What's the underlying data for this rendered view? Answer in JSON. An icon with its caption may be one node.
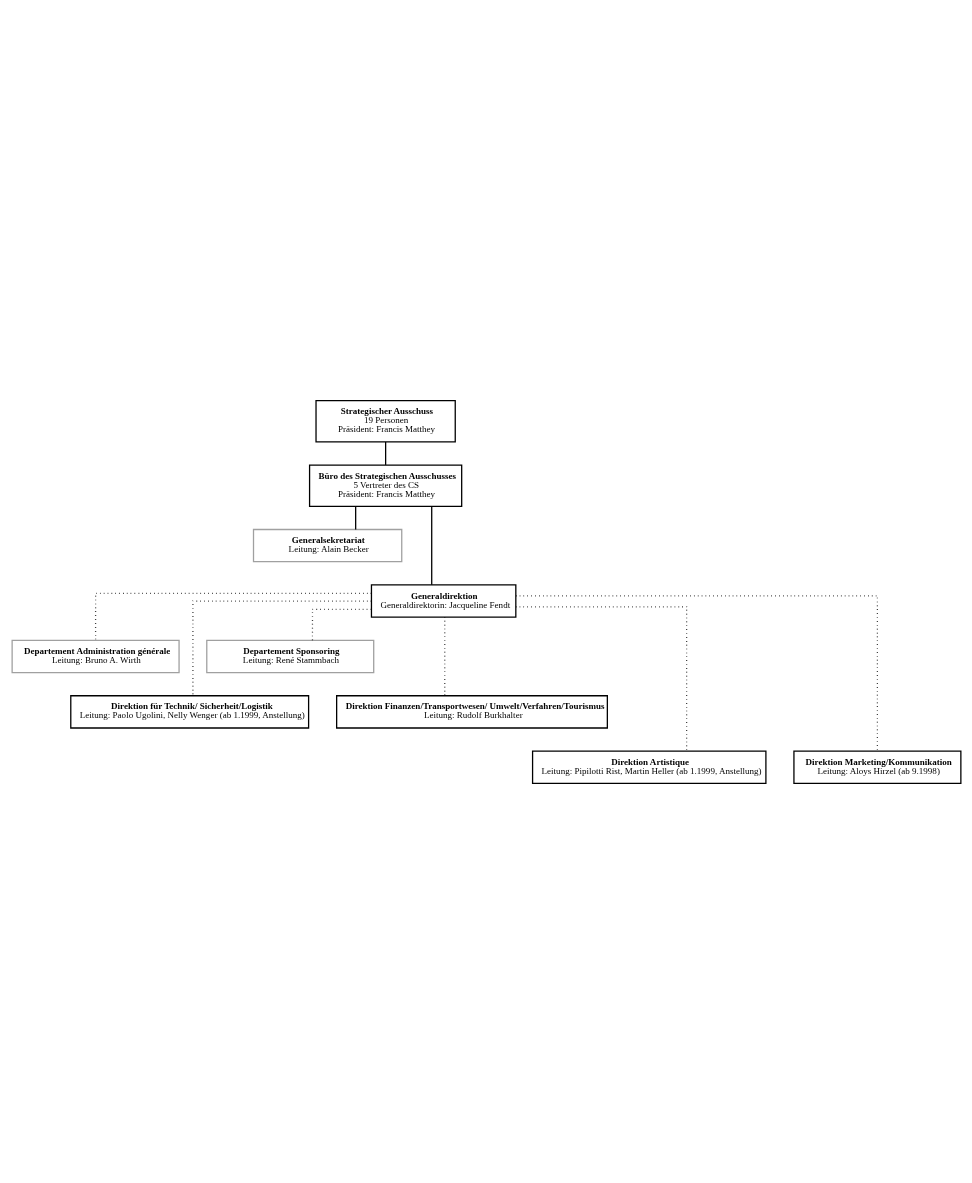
{
  "diagram": {
    "nodes": [
      {
        "text": [
          "Strategischer Ausschuss",
          "19 Personen",
          "Präsident: Francis Matthey"
        ]
      },
      {
        "text": [
          "Büro des Strategischen Ausschusses",
          "5 Vertreter des CS",
          "Präsident: Francis Matthey"
        ]
      },
      {
        "text": [
          "Generalsekretariat",
          "Leitung: Alain Becker"
        ]
      },
      {
        "text": [
          "Generaldirektion",
          "Generaldirektorin: Jacqueline Fendt"
        ]
      },
      {
        "text": [
          "Departement Administration générale",
          "Leitung: Bruno A. Wirth"
        ]
      },
      {
        "text": [
          "Departement Sponsoring",
          "Leitung: René Stammbach"
        ]
      },
      {
        "text": [
          "Direktion für Technik/ Sicherheit/Logistik",
          "Leitung: Paolo Ugolini, Nelly Wenger (ab 1.1999, Anstellung)"
        ]
      },
      {
        "text": [
          "Direktion Finanzen/Transportwesen/ Umwelt/Verfahren/Tourismus",
          "Leitung: Rudolf Burkhalter"
        ]
      },
      {
        "text": [
          "Direktion Artistique",
          "Leitung: Pipilotti Rist, Martin Heller (ab 1.1999, Anstellung)"
        ]
      },
      {
        "text": [
          "Direktion Marketing/Kommunikation",
          "Leitung: Aloys Hirzel (ab 9.1998)"
        ]
      }
    ],
    "edges": [
      {
        "from": 0,
        "to": 1,
        "arrow": "none"
      },
      {
        "from": 1,
        "to": 2,
        "arrow": "none"
      },
      {
        "from": 1,
        "to": 3,
        "arrow": "none"
      },
      {
        "from": 3,
        "to": 4,
        "arrow": "none",
        "style": "dashed"
      },
      {
        "from": 3,
        "to": 5,
        "arrow": "none",
        "style": "dashed"
      },
      {
        "from": 3,
        "to": 6,
        "arrow": "none",
        "style": "dashed"
      },
      {
        "from": 3,
        "to": 7,
        "arrow": "none",
        "style": "dashed"
      },
      {
        "from": 3,
        "to": 8,
        "arrow": "none",
        "style": "dashed"
      },
      {
        "from": 3,
        "to": 9,
        "arrow": "none",
        "style": "dashed"
      }
    ]
  }
}
